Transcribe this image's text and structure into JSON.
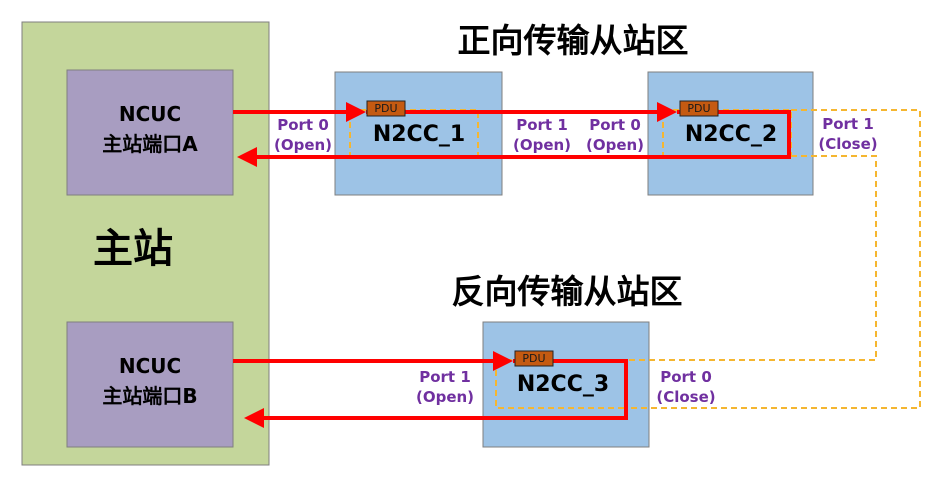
{
  "colors": {
    "master_bg": "#c4d69b",
    "ncuc_bg": "#a89dc1",
    "node_bg": "#9dc3e6",
    "pdu_bg": "#c55a11",
    "active_link": "#ff0000",
    "closed_link": "#f5b630",
    "port_label": "#7030a0"
  },
  "master": {
    "title": "主站",
    "port_a": {
      "line1": "NCUC",
      "line2": "主站端口A"
    },
    "port_b": {
      "line1": "NCUC",
      "line2": "主站端口B"
    }
  },
  "forward_zone": {
    "title": "正向传输从站区",
    "port_label_n2cc1": "Port 0",
    "port_state_n2cc1": "(Open)",
    "node1": {
      "pdu": "PDU",
      "name": "N2CC_1",
      "port1": {
        "name": "Port 1",
        "state": "(Open)"
      }
    },
    "node2": {
      "pdu": "PDU",
      "name": "N2CC_2",
      "port0": {
        "name": "Port 0",
        "state": "(Open)"
      },
      "port1": {
        "name": "Port 1",
        "state": "(Close)"
      }
    }
  },
  "reverse_zone": {
    "title": "反向传输从站区",
    "node3": {
      "pdu": "PDU",
      "name": "N2CC_3",
      "port1": {
        "name": "Port 1",
        "state": "(Open)"
      },
      "port0": {
        "name": "Port 0",
        "state": "(Close)"
      }
    }
  }
}
